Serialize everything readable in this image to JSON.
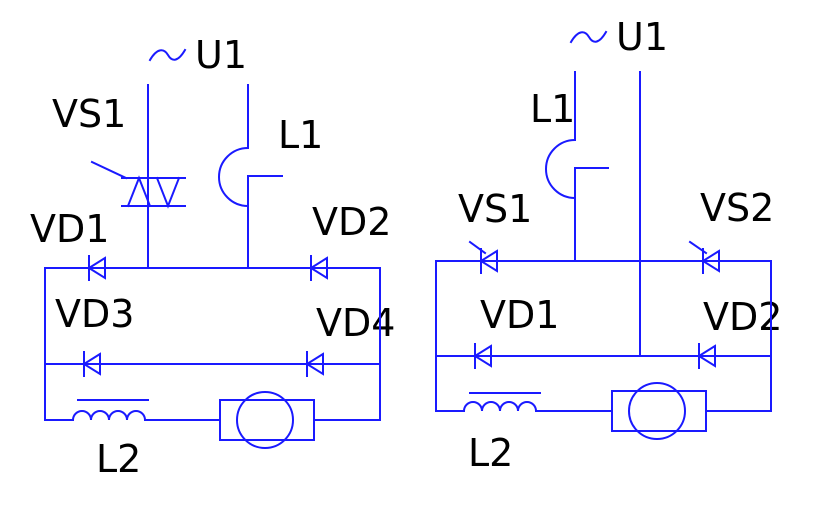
{
  "colors": {
    "wire": "#1a1aff",
    "text": "#000000",
    "background": "#ffffff"
  },
  "left_circuit": {
    "supply": {
      "symbol": "~",
      "label": "U1"
    },
    "labels": {
      "vs1": "VS1",
      "l1": "L1",
      "vd1": "VD1",
      "vd2": "VD2",
      "vd3": "VD3",
      "vd4": "VD4",
      "l2": "L2"
    }
  },
  "right_circuit": {
    "supply": {
      "symbol": "~",
      "label": "U1"
    },
    "labels": {
      "l1": "L1",
      "vs1": "VS1",
      "vs2": "VS2",
      "vd1": "VD1",
      "vd2": "VD2",
      "l2": "L2"
    }
  }
}
